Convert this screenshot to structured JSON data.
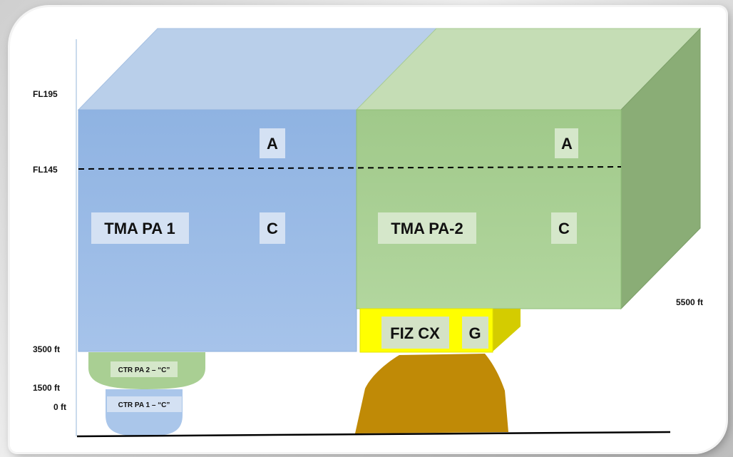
{
  "altitudes": {
    "fl195": "FL195",
    "fl145": "FL145",
    "ft3500": "3500 ft",
    "ft1500": "1500 ft",
    "ft0": "0 ft",
    "ft5500": "5500 ft"
  },
  "tma1": {
    "name": "TMA PA 1",
    "class_upper": "A",
    "class_lower": "C"
  },
  "tma2": {
    "name": "TMA PA-2",
    "class_upper": "A",
    "class_lower": "C"
  },
  "fiz": {
    "name": "FIZ CX",
    "class": "G"
  },
  "ctr2": {
    "label": "CTR PA 2 – “C”"
  },
  "ctr1": {
    "label": "CTR PA 1 – “C”"
  },
  "colors": {
    "tma1_front": "#9dbde6",
    "tma1_top": "#b9cfea",
    "tma2_front": "#a9cf93",
    "tma2_top": "#c5ddb5",
    "tma2_side": "#8aad76",
    "fiz": "#ffff00",
    "terrain": "#c08a06"
  }
}
